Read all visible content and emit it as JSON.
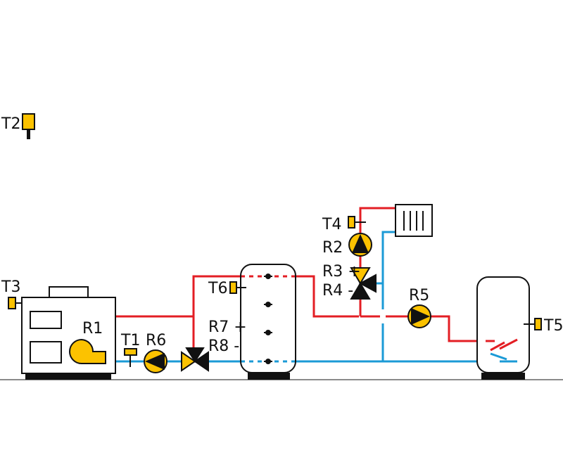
{
  "colors": {
    "hot": "#e31e24",
    "cold": "#1b9ad6",
    "sensor": "#fcc200",
    "outline": "#111111"
  },
  "labels": {
    "t1": "T1",
    "t2": "T2",
    "t3": "T3",
    "t4": "T4",
    "t5": "T5",
    "t6": "T6",
    "r1": "R1",
    "r2": "R2",
    "r3": "R3 +",
    "r4": "R4 -",
    "r5": "R5",
    "r6": "R6",
    "r7": "R7 +",
    "r8": "R8 -"
  }
}
